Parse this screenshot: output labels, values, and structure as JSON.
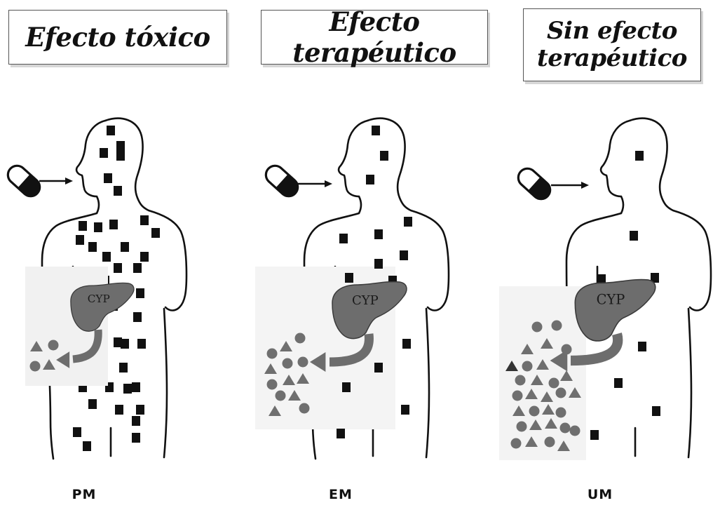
{
  "panels": [
    {
      "title": "Efecto tóxico",
      "phenotype": "PM",
      "liver_label": "CYP"
    },
    {
      "title": "Efecto terapéutico",
      "phenotype": "EM",
      "liver_label": "CYP"
    },
    {
      "title_lines": [
        "Sin efecto",
        "terapéutico"
      ],
      "phenotype": "UM",
      "liver_label": "CYP"
    }
  ],
  "colors": {
    "drug_molecule": "#111111",
    "metabolite": "#6f6f6f",
    "liver": "#6d6d6d",
    "body_outline": "#111111"
  },
  "icons": [
    "capsule-icon",
    "arrow-right-icon",
    "liver-icon",
    "curved-arrow-icon"
  ]
}
